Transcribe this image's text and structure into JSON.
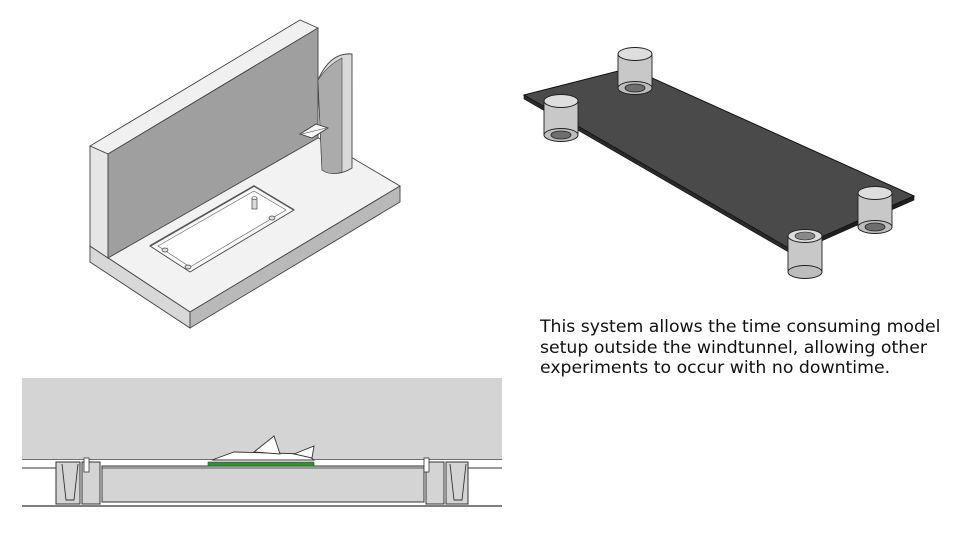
{
  "description": "This system allows the time consuming model setup outside the windtunnel, allowing other experiments to occur with no downtime.",
  "colors": {
    "model_gray_light": "#f2f2f2",
    "model_gray_mid": "#d6d6d6",
    "model_gray_dark": "#9e9e9e",
    "plate_dark": "#4a4a4a",
    "section_bg": "#d4d4d4",
    "section_green": "#3a8a3a"
  },
  "figures": [
    "isometric-fixture",
    "base-plate-with-posts",
    "cross-section-view"
  ]
}
